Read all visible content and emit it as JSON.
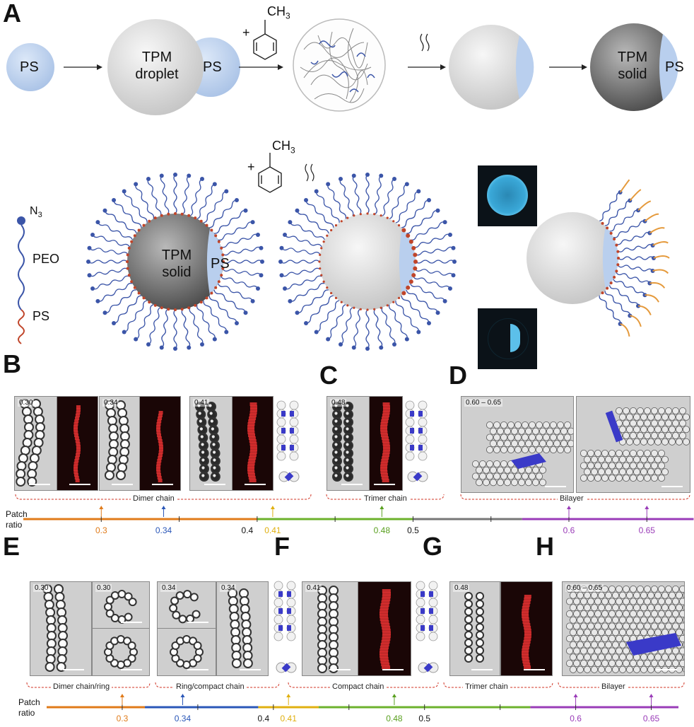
{
  "panels": {
    "a": "A",
    "b": "B",
    "c": "C",
    "d": "D",
    "e": "E",
    "f": "F",
    "g": "G",
    "h": "H"
  },
  "scheme_top": {
    "ps": "PS",
    "tpm_droplet_1": "TPM",
    "tpm_droplet_2": "droplet",
    "ch3": "CH",
    "ch3_sub": "3",
    "plus": "+",
    "tpm_solid_1": "TPM",
    "tpm_solid_2": "solid"
  },
  "scheme_mid": {
    "n3": "N",
    "n3_sub": "3",
    "peo": "PEO",
    "ps_chain": "PS",
    "tpm_solid_1": "TPM",
    "tpm_solid_2": "solid",
    "ps": "PS",
    "ch3": "CH",
    "ch3_sub": "3",
    "plus": "+"
  },
  "row1": {
    "labels": [
      "0.30",
      "0.34",
      "0.41",
      "0.48",
      "0.60 – 0.65"
    ],
    "bracket_dimer": "Dimer chain",
    "bracket_trimer": "Trimer chain",
    "bracket_bilayer": "Bilayer",
    "axis_label_1": "Patch",
    "axis_label_2": "ratio",
    "ticks": [
      {
        "text": "0.3",
        "color": "#e07b1a"
      },
      {
        "text": "0.34",
        "color": "#2a57b8"
      },
      {
        "text": "0.4",
        "color": "#111111"
      },
      {
        "text": "0.41",
        "color": "#e0b010"
      },
      {
        "text": "0.48",
        "color": "#5aa020"
      },
      {
        "text": "0.5",
        "color": "#111111"
      },
      {
        "text": "0.6",
        "color": "#9a3cb8"
      },
      {
        "text": "0.65",
        "color": "#9a3cb8"
      }
    ]
  },
  "row2": {
    "labels": [
      "0.30",
      "0.30",
      "0.34",
      "0.34",
      "0.41",
      "0.48",
      "0.60 – 0.65"
    ],
    "bracket_dimer_ring": "Dimer chain/ring",
    "bracket_ring_compact": "Ring/compact chain",
    "bracket_compact": "Compact chain",
    "bracket_trimer": "Trimer chain",
    "bracket_bilayer": "Bilayer",
    "axis_label_1": "Patch",
    "axis_label_2": "ratio",
    "ticks": [
      {
        "text": "0.3",
        "color": "#e07b1a"
      },
      {
        "text": "0.34",
        "color": "#2a57b8"
      },
      {
        "text": "0.4",
        "color": "#111111"
      },
      {
        "text": "0.41",
        "color": "#e0b010"
      },
      {
        "text": "0.48",
        "color": "#5aa020"
      },
      {
        "text": "0.5",
        "color": "#111111"
      },
      {
        "text": "0.6",
        "color": "#9a3cb8"
      },
      {
        "text": "0.65",
        "color": "#9a3cb8"
      }
    ]
  },
  "colors": {
    "ps_blue": "#b9cfee",
    "chain_blue": "#3b55a8",
    "ps_red": "#c0452a",
    "orange": "#e07b1a",
    "blue": "#2a57b8",
    "yellow": "#e0b010",
    "green": "#5aa020",
    "purple": "#9a3cb8",
    "bracket": "#d03020"
  }
}
